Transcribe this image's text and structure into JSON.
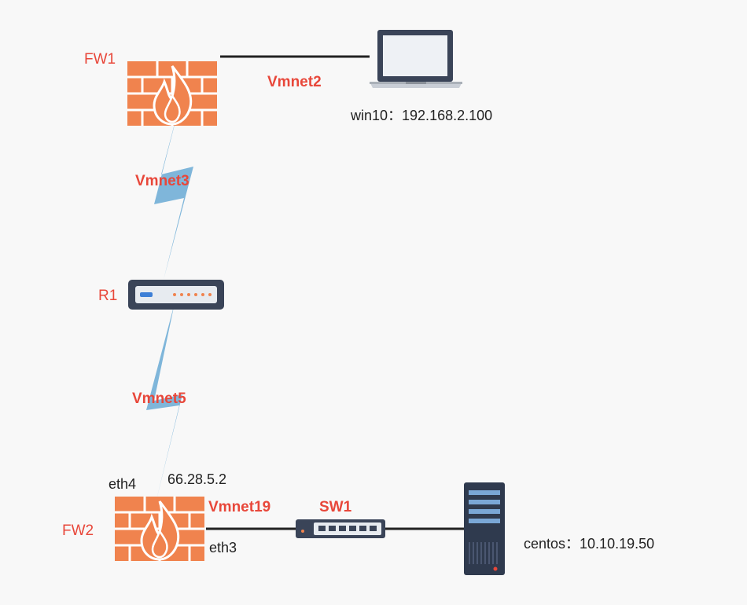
{
  "colors": {
    "firewall": "#f0834e",
    "firewall_mortar": "#ffffff",
    "link_label": "#e8473a",
    "wan_bolt": "#7fb6da",
    "line": "#222222",
    "device_dark": "#3a4458"
  },
  "nodes": {
    "fw1": {
      "label": "FW1",
      "icon": "firewall-icon"
    },
    "fw2": {
      "label": "FW2",
      "icon": "firewall-icon"
    },
    "r1": {
      "label": "R1",
      "icon": "router-icon"
    },
    "sw1": {
      "label": "SW1",
      "icon": "switch-icon"
    },
    "win10": {
      "label": "win10：192.168.2.100",
      "icon": "laptop-icon"
    },
    "centos": {
      "label": "centos：10.10.19.50",
      "icon": "server-icon"
    }
  },
  "links": {
    "vmnet2": "Vmnet2",
    "vmnet3": "Vmnet3",
    "vmnet5": "Vmnet5",
    "vmnet19": "Vmnet19"
  },
  "interfaces": {
    "fw2_eth4": "eth4",
    "fw2_eth4_ip": "66.28.5.2",
    "fw2_eth3": "eth3"
  }
}
